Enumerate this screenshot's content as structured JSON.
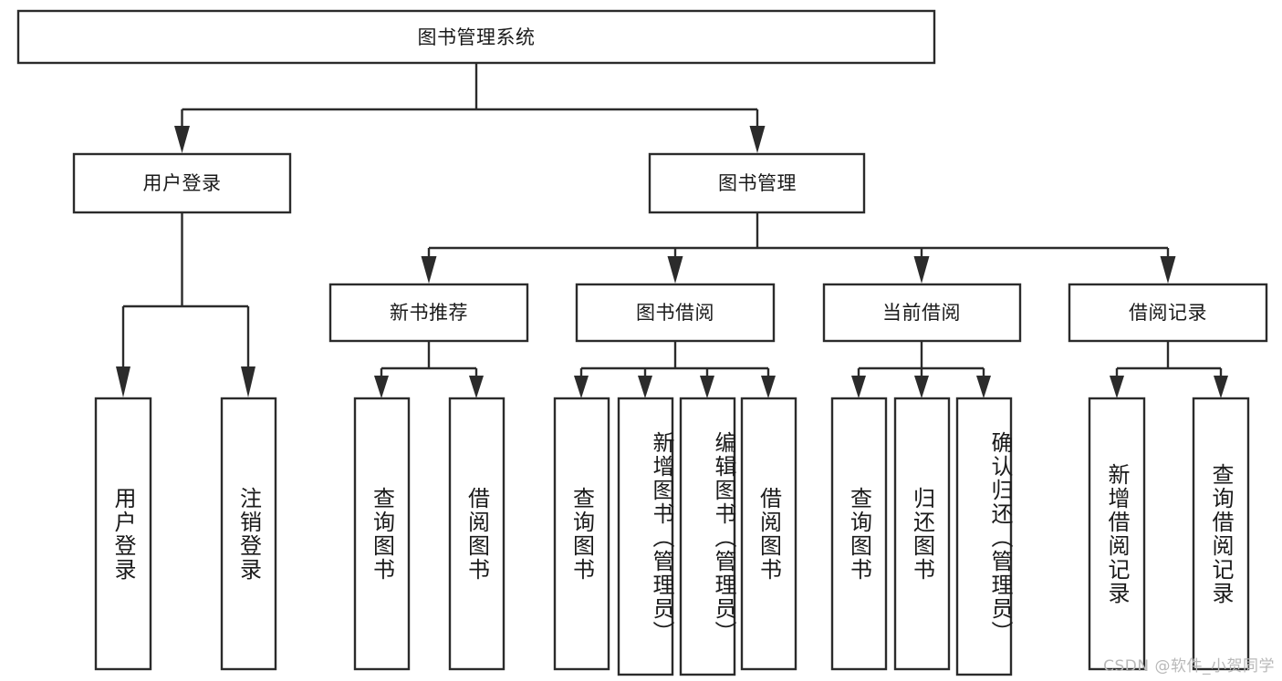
{
  "diagram": {
    "type": "tree-flowchart",
    "title": "图书管理系统",
    "watermark": "CSDN @软件_小贺同学",
    "colors": {
      "box_border": "#2b2b2b",
      "box_fill": "#ffffff",
      "line": "#2b2b2b",
      "text": "#1a1a1a",
      "watermark": "#b9b9b9",
      "background": "#ffffff"
    },
    "levels": {
      "root": {
        "label": "图书管理系统",
        "orientation": "horizontal"
      },
      "level2": [
        {
          "label": "用户登录",
          "orientation": "horizontal"
        },
        {
          "label": "图书管理",
          "orientation": "horizontal"
        }
      ],
      "level3": [
        {
          "label": "新书推荐",
          "orientation": "horizontal",
          "parent": "图书管理"
        },
        {
          "label": "图书借阅",
          "orientation": "horizontal",
          "parent": "图书管理"
        },
        {
          "label": "当前借阅",
          "orientation": "horizontal",
          "parent": "图书管理"
        },
        {
          "label": "借阅记录",
          "orientation": "horizontal",
          "parent": "图书管理"
        }
      ],
      "leaves": [
        {
          "label": "用户登录",
          "orientation": "vertical",
          "parent": "用户登录"
        },
        {
          "label": "注销登录",
          "orientation": "vertical",
          "parent": "用户登录"
        },
        {
          "label": "查询图书",
          "orientation": "vertical",
          "parent": "新书推荐"
        },
        {
          "label": "借阅图书",
          "orientation": "vertical",
          "parent": "新书推荐"
        },
        {
          "label": "查询图书",
          "orientation": "vertical",
          "parent": "图书借阅"
        },
        {
          "label": "新增图书（管理员）",
          "orientation": "vertical",
          "parent": "图书借阅"
        },
        {
          "label": "编辑图书（管理员）",
          "orientation": "vertical",
          "parent": "图书借阅"
        },
        {
          "label": "借阅图书",
          "orientation": "vertical",
          "parent": "图书借阅"
        },
        {
          "label": "查询图书",
          "orientation": "vertical",
          "parent": "当前借阅"
        },
        {
          "label": "归还图书",
          "orientation": "vertical",
          "parent": "当前借阅"
        },
        {
          "label": "确认归还（管理员）",
          "orientation": "vertical",
          "parent": "当前借阅"
        },
        {
          "label": "新增借阅记录",
          "orientation": "vertical",
          "parent": "借阅记录"
        },
        {
          "label": "查询借阅记录",
          "orientation": "vertical",
          "parent": "借阅记录"
        }
      ]
    }
  }
}
